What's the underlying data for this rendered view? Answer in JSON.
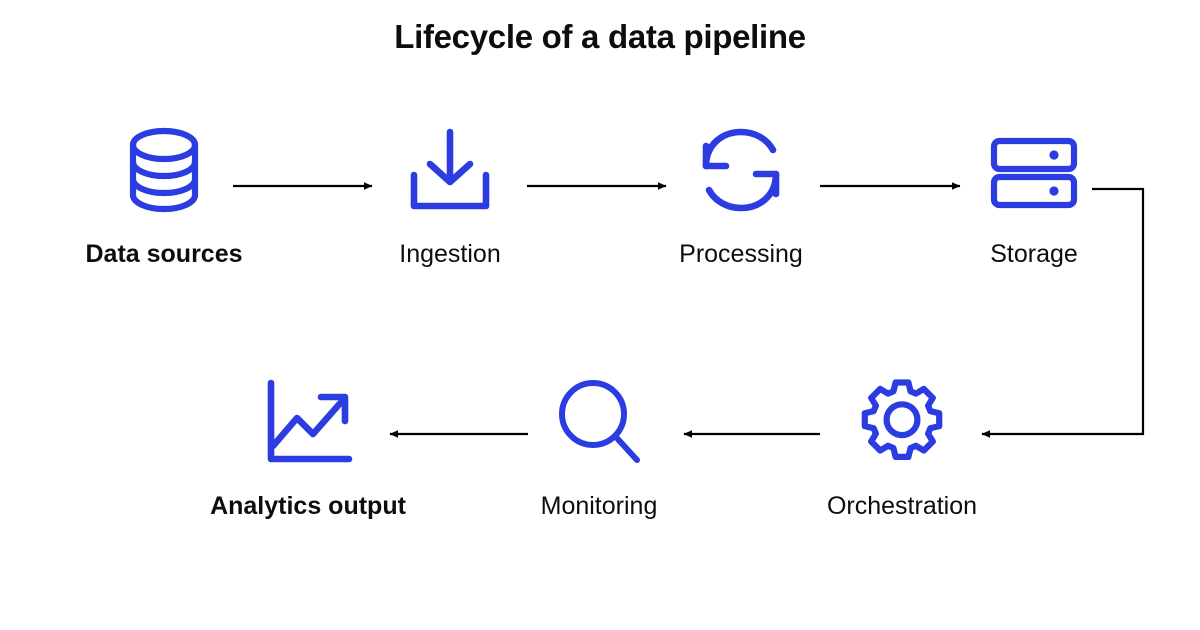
{
  "title": "Lifecycle of a data pipeline",
  "colors": {
    "background": "#ffffff",
    "icon_blue": "#2b3ce0",
    "text": "#0d0d0d",
    "connector": "#000000"
  },
  "diagram": {
    "type": "flow-diagram",
    "layout": "two-row-serpentine",
    "nodes": [
      {
        "id": "data-sources",
        "label": "Data sources",
        "icon": "database-icon",
        "row": 1,
        "order": 1
      },
      {
        "id": "ingestion",
        "label": "Ingestion",
        "icon": "download-tray-icon",
        "row": 1,
        "order": 2
      },
      {
        "id": "processing",
        "label": "Processing",
        "icon": "sync-arrows-icon",
        "row": 1,
        "order": 3
      },
      {
        "id": "storage",
        "label": "Storage",
        "icon": "server-stack-icon",
        "row": 1,
        "order": 4
      },
      {
        "id": "orchestration",
        "label": "Orchestration",
        "icon": "gear-icon",
        "row": 2,
        "order": 5
      },
      {
        "id": "monitoring",
        "label": "Monitoring",
        "icon": "magnifier-icon",
        "row": 2,
        "order": 6
      },
      {
        "id": "analytics-output",
        "label": "Analytics output",
        "icon": "line-chart-up-icon",
        "row": 2,
        "order": 7
      }
    ],
    "connectors": [
      {
        "from": "data-sources",
        "to": "ingestion",
        "direction": "right",
        "style": "straight"
      },
      {
        "from": "ingestion",
        "to": "processing",
        "direction": "right",
        "style": "straight"
      },
      {
        "from": "processing",
        "to": "storage",
        "direction": "right",
        "style": "straight"
      },
      {
        "from": "storage",
        "to": "orchestration",
        "direction": "left",
        "style": "elbow-down-left"
      },
      {
        "from": "orchestration",
        "to": "monitoring",
        "direction": "left",
        "style": "straight"
      },
      {
        "from": "monitoring",
        "to": "analytics-output",
        "direction": "left",
        "style": "straight"
      }
    ]
  }
}
